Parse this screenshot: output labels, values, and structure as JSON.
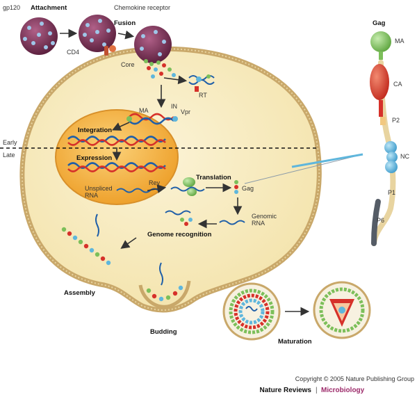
{
  "labels": {
    "gp120": "gp120",
    "attachment": "Attachment",
    "chemokine_receptor": "Chemokine receptor",
    "fusion": "Fusion",
    "cd4": "CD4",
    "core": "Core",
    "rt": "RT",
    "ma": "MA",
    "in": "IN",
    "vpr": "Vpr",
    "integration": "Integration",
    "early": "Early",
    "late": "Late",
    "expression": "Expression",
    "translation": "Translation",
    "rev": "Rev",
    "unspliced_line1": "Unspliced",
    "unspliced_line2": "RNA",
    "gag": "Gag",
    "genomic_line1": "Genomic",
    "genomic_line2": "RNA",
    "genome_recognition": "Genome recognition",
    "assembly": "Assembly",
    "budding": "Budding",
    "maturation": "Maturation"
  },
  "gag_panel": {
    "title": "Gag",
    "domains": [
      "MA",
      "CA",
      "P2",
      "NC",
      "P1",
      "P6"
    ]
  },
  "footer": {
    "copyright": "Copyright © 2005 Nature Publishing Group",
    "journal": "Nature Reviews",
    "separator": "|",
    "section": "Microbiology"
  },
  "colors": {
    "cell_fill": "#f7e9b8",
    "nucleus_fill": "#f3b244",
    "virion": "#7a3556",
    "membrane": "#c9a86a",
    "dna_red": "#d6312a",
    "dna_blue": "#1f5fa8",
    "ma_green": "#7cbf5a",
    "ca_red": "#d8382a",
    "nc_blue": "#5fb6dc",
    "p6_gray": "#555c66",
    "section_magenta": "#9c2a6a"
  }
}
